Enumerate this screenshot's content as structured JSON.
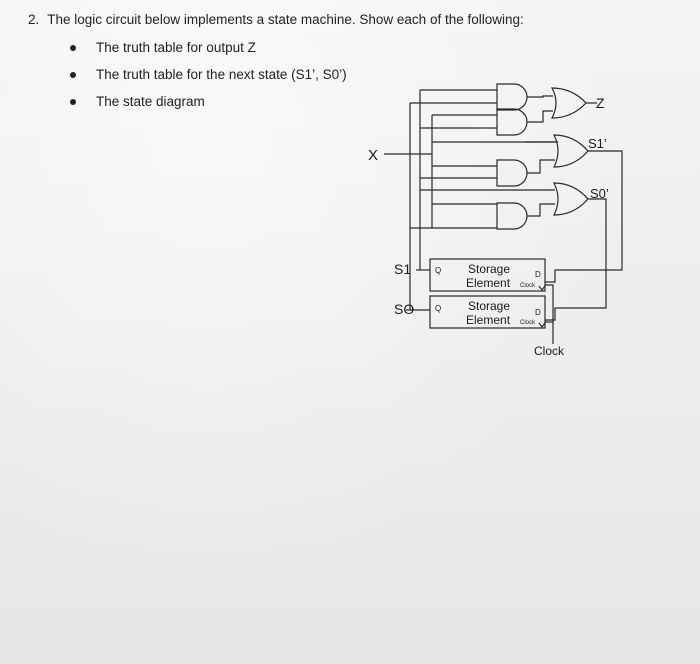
{
  "question": {
    "number": "2.",
    "text": "The logic circuit below implements a state machine. Show each of the following:",
    "items": [
      "The truth table for output Z",
      "The truth table for the next state (S1’, S0’)",
      "The state diagram"
    ]
  },
  "circuit": {
    "input_x": "X",
    "output_z": "Z",
    "next_s1": "S1’",
    "next_s0": "S0’",
    "state_s1": "S1",
    "state_s0": "SO",
    "ff_q": "Q",
    "ff_d": "D",
    "ff_clock": "Clock",
    "storage_line1": "Storage",
    "storage_line2": "Element",
    "clock_label": "Clock"
  }
}
